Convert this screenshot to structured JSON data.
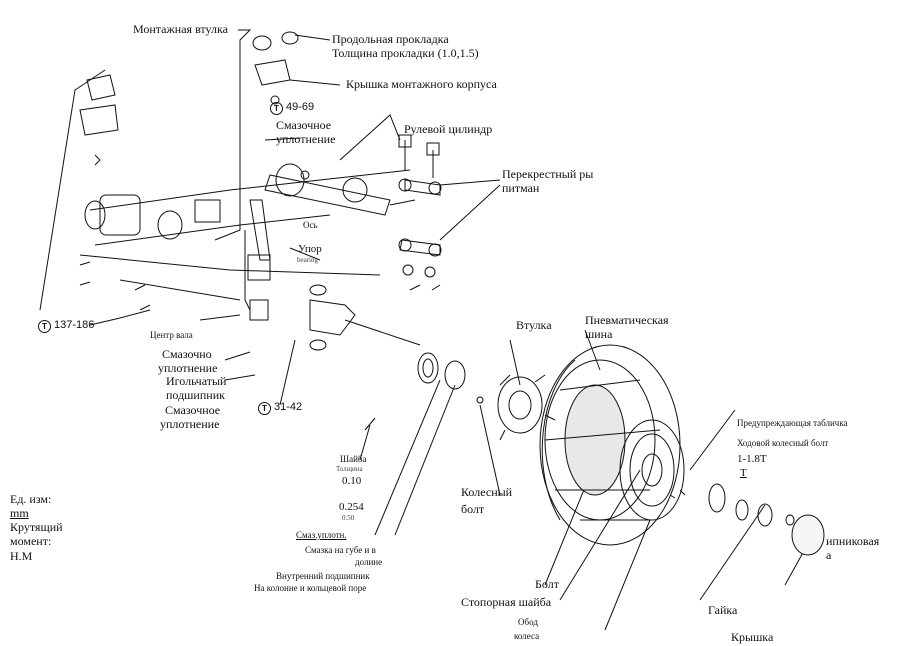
{
  "labels": {
    "mount_bushing": "Монтажная втулка",
    "longitudinal_shim": "Продольная прокладка",
    "shim_thickness": "Толщина прокладки (1.0,1.5)",
    "mount_housing_cover": "Крышка монтажного корпуса",
    "grease_seal_top_1": "Смазочное",
    "grease_seal_top_2": "уплотнение",
    "steering_cylinder": "Рулевой цилиндр",
    "cross_pitman_1": "Перекрестный ры",
    "cross_pitman_2": "питман",
    "axle": "Ось",
    "stop_1": "Упор",
    "stop_2": "bearing",
    "shaft_center": "Центр вала",
    "grease_seal_mid_1": "Смазочно",
    "grease_seal_mid_2": "уплотнение",
    "needle_bearing_1": "Игольчатый",
    "needle_bearing_2": "подшипник",
    "grease_seal_low_1": "Смазочное",
    "grease_seal_low_2": "уплотнение",
    "bushing": "Втулка",
    "tire_1": "Пневматическая",
    "tire_2": "шина",
    "warning_plate": "Предупреждающая табличка",
    "wheel_bolt_torque": "Ходовой колесный болт",
    "wheel_bolt_value": "1-1.8T",
    "wheel_bolt_t": "T",
    "washer": "Шайба",
    "thickness": "Толщина",
    "washer_value": "0.10",
    "washer_value_2": "0.254",
    "washer_value_3": "0.50",
    "wheel_bolt_1": "Колесный",
    "wheel_bolt_2": "болт",
    "grease_seal_label": "Смаз.уплотн.",
    "lip_grease_1": "Смазка на губе и в",
    "lip_grease_2": "долине",
    "inner_bearing": "Внутренний подшипник",
    "column_ring": "На колонне и кольцевой поре",
    "bearing_cap_1": "ипниковая",
    "bearing_cap_2": "а",
    "bolt": "Болт",
    "lock_washer": "Стопорная шайба",
    "nut": "Гайка",
    "rim_1": "Обод",
    "rim_2": "колеса",
    "cover": "Крышка"
  },
  "units": {
    "unit_1": "Ед. изм:",
    "unit_2": "mm",
    "unit_3": "Крутящий",
    "unit_4": "момент:",
    "unit_5": "Н.М"
  },
  "torques": {
    "t1": "49-69",
    "t2": "137-186",
    "t3": "31-42"
  },
  "torque_symbol": "T"
}
